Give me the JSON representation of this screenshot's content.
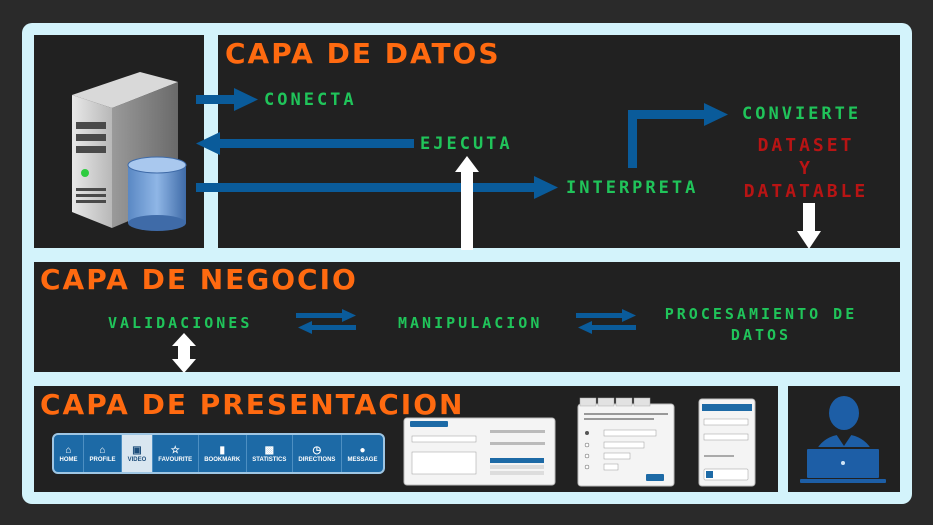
{
  "layers": {
    "datos": {
      "title": "CAPA DE DATOS"
    },
    "negocio": {
      "title": "CAPA DE NEGOCIO"
    },
    "presentacion": {
      "title": "CAPA DE PRESENTACION"
    }
  },
  "labels": {
    "conecta": "CONECTA",
    "ejecuta": "EJECUTA",
    "interpreta": "INTERPRETA",
    "convierte": "CONVIERTE",
    "dataset": "DATASET",
    "y": "Y",
    "datatable": "DATATABLE",
    "validaciones": "VALIDACIONES",
    "manipulacion": "MANIPULACION",
    "procesamiento_1": "PROCESAMIENTO DE",
    "procesamiento_2": "DATOS"
  },
  "navbar": {
    "items": [
      {
        "label": "HOME",
        "icon": "home-icon"
      },
      {
        "label": "PROFILE",
        "icon": "house-icon"
      },
      {
        "label": "VIDEO",
        "icon": "video-icon"
      },
      {
        "label": "FAVOURITE",
        "icon": "star-icon"
      },
      {
        "label": "BOOKMARK",
        "icon": "bookmark-icon"
      },
      {
        "label": "STATISTICS",
        "icon": "bar-chart-icon"
      },
      {
        "label": "DIRECTIONS",
        "icon": "clock-icon"
      },
      {
        "label": "MESSAGE",
        "icon": "speech-bubble-icon"
      }
    ]
  },
  "colors": {
    "frame": "#d3f3fb",
    "panel": "#212121",
    "title": "#ff6a10",
    "label_green": "#20c45a",
    "label_red": "#b81414",
    "arrow_blue": "#0a5b9a"
  }
}
